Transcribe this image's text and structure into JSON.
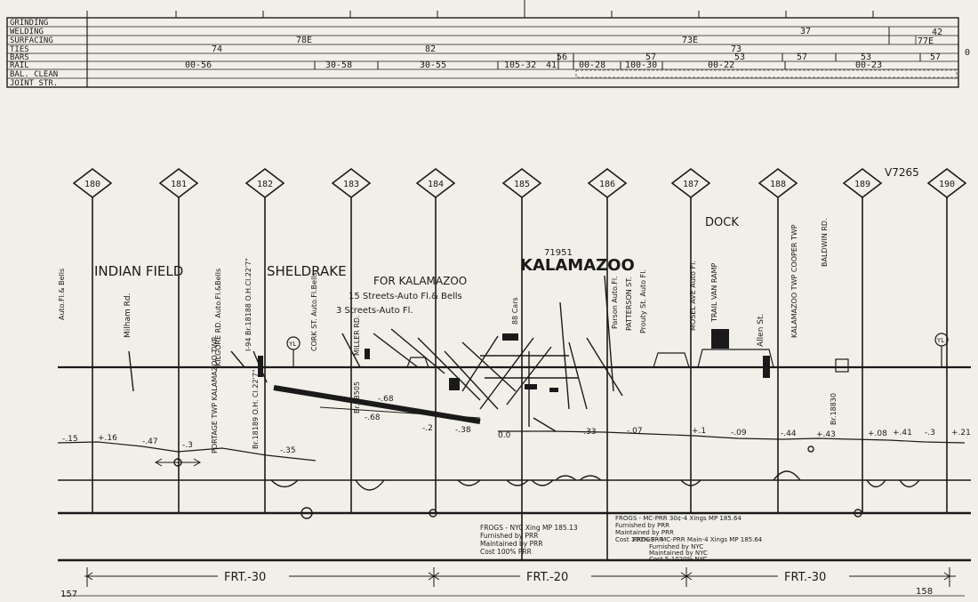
{
  "track_chart": {
    "header_rows": [
      "GRINDING",
      "WELDING",
      "SURFACING",
      "TIES",
      "BARS",
      "RAIL",
      "BAL. CLEAN",
      "JOINT STR."
    ],
    "welding_value": "37",
    "welding_value_right": "42",
    "surfacing_values": [
      "78E",
      "73E",
      "77E"
    ],
    "ties_values": [
      "74",
      "82",
      "73"
    ],
    "bars_values": [
      "56",
      "57",
      "53",
      "57",
      "53",
      "57"
    ],
    "rail_values": [
      "00-56",
      "30-58",
      "30-55",
      "105-32",
      "41",
      "00-28",
      "100-30",
      "00-22",
      "00-23"
    ],
    "edge_mark": "0",
    "mileposts": [
      "180",
      "181",
      "182",
      "183",
      "184",
      "185",
      "186",
      "187",
      "188",
      "189",
      "190"
    ],
    "chart_id": "V7265",
    "stations": {
      "indian_field": "INDIAN FIELD",
      "sheldrake": "SHELDRAKE",
      "kalamazoo": "KALAMAZOO",
      "kalamazoo_no": "71951",
      "dock": "DOCK",
      "for_kalamazoo": "FOR KALAMAZOO"
    },
    "crossing_notes": {
      "milham": "Milham Rd.",
      "kilgore": "KILGORE RD. Auto.Fl.&Bells",
      "i94": "I-94 Br.18188 O.H.Cl.22'7\"",
      "cork": "CORK ST. Auto.Fl.Bells",
      "miller": "MILLER RD.",
      "br18505": "Br.18505",
      "streets15": "15 Streets-Auto Fl.& Bells",
      "streets3": "3 Streets-Auto Fl.",
      "portage": "PORTAGE TWP KALAMAZOO TWP",
      "br18189": "Br.18189 O.H. Cl.22'7\"",
      "cars88": "88 Cars",
      "parson": "Parson Auto.Fl.",
      "patterson": "PATTERSON ST.",
      "prouty": "Prouty St. Auto Fl.",
      "mosel": "MOSEL AVE Auto Fl.",
      "trail": "TRAIL VAN RAMP",
      "allen": "Allen St.",
      "kalamazoo_twp": "KALAMAZOO TWP COOPER TWP",
      "baldwin": "BALDWIN RD.",
      "br18830": "Br.18830",
      "left_margin": "Auto.Fl.& Bells"
    },
    "elevations": [
      "-.15",
      "+.16",
      "-.47",
      "-.3",
      "-.35",
      "-.68",
      "-.68",
      "-.2",
      "-.38",
      "0.0",
      "-.33",
      "-.07",
      "+.1",
      "-.09",
      "-.44",
      "+.43",
      "+.08",
      "+.41",
      "-.3",
      "+.21"
    ],
    "frogs_1": [
      "FROGS - NYC Xing MP 185.13",
      "Furnished by PRR",
      "Maintained by PRR",
      "Cost 100% PRR"
    ],
    "frogs_2": [
      "FROGS - MC-PRR 30¢-4 Xings MP 185.64",
      "Furnished by PRR",
      "Maintained by PRR",
      "Cost 100% PRR"
    ],
    "frogs_3": [
      "FROGS - MC-PRR Main-4 Xings MP 185.64",
      "Furnished by NYC",
      "Maintained by NYC",
      "Cost 5-1020% NYC"
    ],
    "speeds": [
      "FRT.-30",
      "FRT.-20",
      "FRT.-30"
    ],
    "page_left": "157",
    "page_right": "158",
    "yl_label": "YL"
  }
}
